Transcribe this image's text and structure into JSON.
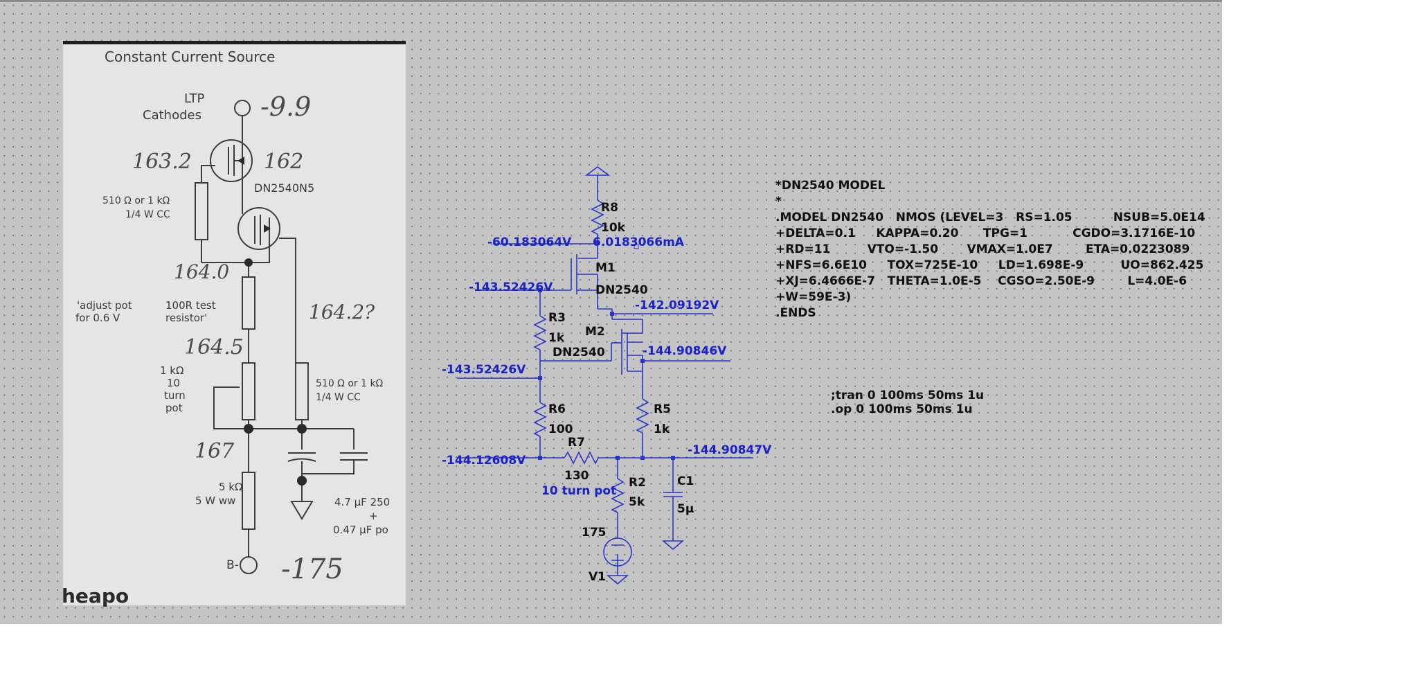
{
  "photo": {
    "title": "Constant Current Source",
    "ltp_label": "LTP",
    "cathodes_label": "Cathodes",
    "hw_top_voltage": "-9.9",
    "hw_gate_upper": "163.2",
    "hw_source_upper": "162",
    "part_label": "DN2540N5",
    "res_510_label_a": "510 Ω or 1 kΩ",
    "res_wcc_label_a": "1/4 W CC",
    "hw_node_mid": "164.0",
    "adjust_note_1": "'adjust pot",
    "adjust_note_2": "for 0.6 V",
    "test_note_1": "100R test",
    "test_note_2": "resistor'",
    "hw_node_right": "164.2?",
    "hw_node_pot": "164.5",
    "pot_label_1": "1 kΩ",
    "pot_label_2": "10",
    "pot_label_3": "turn",
    "pot_label_4": "pot",
    "res_510_label_b": "510 Ω or 1 kΩ",
    "res_wcc_label_b": "1/4 W CC",
    "hw_node_low": "167",
    "res_5k_label_1": "5 kΩ",
    "res_5k_label_2": "5 W ww",
    "cap_label_1": "4.7 µF 250",
    "cap_label_2": "+",
    "cap_label_3": "0.47 µF po",
    "bminus_label": "B-",
    "hw_bottom_voltage": "-175",
    "caption_fragment": "heapo"
  },
  "schematic": {
    "labels": {
      "r8_name": "R8",
      "r8_value": "10k",
      "m1_name": "M1",
      "m1_model": "DN2540",
      "m2_name": "M2",
      "m2_model": "DN2540",
      "r3_name": "R3",
      "r3_value": "1k",
      "r6_name": "R6",
      "r6_value": "100",
      "r7_name": "R7",
      "r7_value": "130",
      "r2_name": "R2",
      "r2_value": "5k",
      "r2_note": "10 turn pot",
      "r5_name": "R5",
      "r5_value": "1k",
      "c1_name": "C1",
      "c1_value": "5µ",
      "v1_name": "V1",
      "v1_value": "175"
    },
    "op_values": {
      "v_r8_bottom": "-60.183064V",
      "i_r8": "6.0183066mA",
      "v_m1_gate": "-143.52426V",
      "v_m2_drain": "-142.09192V",
      "v_m2_gate_node": "-143.52426V",
      "v_m2_source": "-144.90846V",
      "v_r6_bottom": "-144.12608V",
      "v_output": "-144.90847V"
    },
    "model_lines": [
      "*DN2540 MODEL",
      "*",
      ".MODEL DN2540   NMOS (LEVEL=3   RS=1.05          NSUB=5.0E14",
      "+DELTA=0.1     KAPPA=0.20      TPG=1           CGDO=3.1716E-10",
      "+RD=11         VTO=-1.50       VMAX=1.0E7        ETA=0.0223089",
      "+NFS=6.6E10     TOX=725E-10     LD=1.698E-9         UO=862.425",
      "+XJ=6.4666E-7   THETA=1.0E-5    CGSO=2.50E-9        L=4.0E-6",
      "+W=59E-3)",
      ".ENDS"
    ],
    "directives": [
      ";tran 0 100ms 50ms 1u",
      ".op 0 100ms 50ms 1u"
    ]
  },
  "colors": {
    "background": "#c4c4c4",
    "wire": "#2a34c8",
    "label_blue": "#1a22c8",
    "text": "#101010"
  }
}
